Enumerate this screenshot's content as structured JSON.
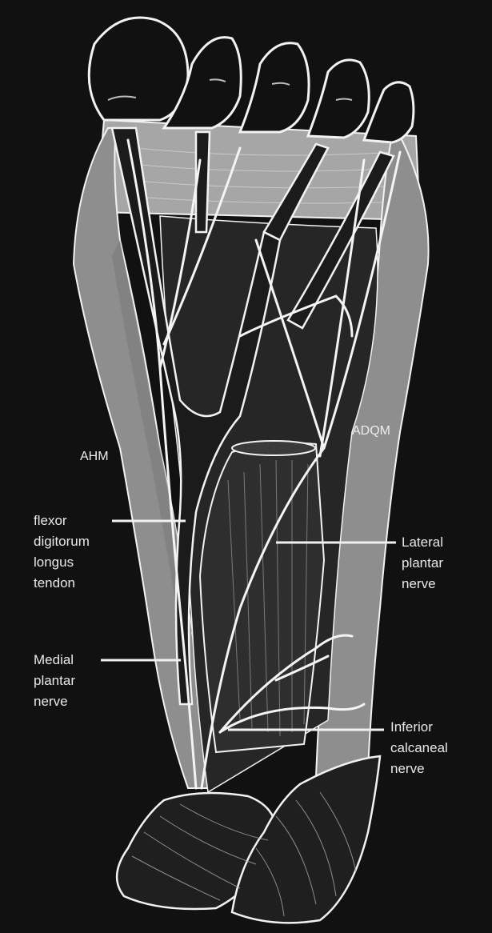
{
  "labels": {
    "ahm": "AHM",
    "adqm": "ADQM",
    "fdl_1": "flexor",
    "fdl_2": "digitorum",
    "fdl_3": "longus",
    "fdl_4": "tendon",
    "mpn_1": "Medial",
    "mpn_2": "plantar",
    "mpn_3": "nerve",
    "lpn_1": "Lateral",
    "lpn_2": "plantar",
    "lpn_3": "nerve",
    "icn_1": "Inferior",
    "icn_2": "calcaneal",
    "icn_3": "nerve"
  },
  "colors": {
    "background": "#111111",
    "muscle_gray": "#8f8f8f",
    "muscle_light": "#a9a9a9",
    "dark_structure": "#262626",
    "outline_white": "#f2f2f2"
  }
}
